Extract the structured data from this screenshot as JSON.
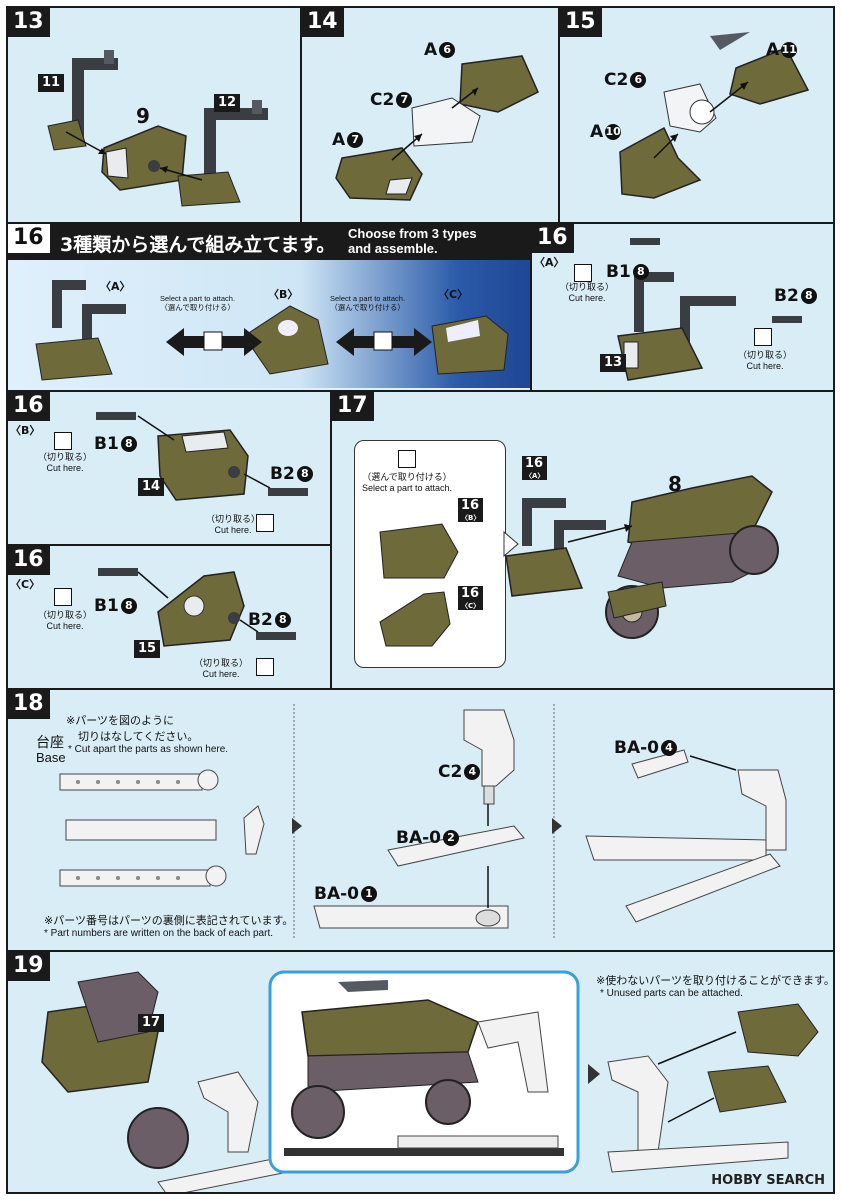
{
  "steps": {
    "s13": {
      "num": "13",
      "labels": {
        "p11": "11",
        "p9": "9",
        "p12": "12"
      }
    },
    "s14": {
      "num": "14",
      "a6": "A",
      "a6n": "6",
      "c27": "C2",
      "c27n": "7",
      "a7": "A",
      "a7n": "7"
    },
    "s15": {
      "num": "15",
      "a11": "A",
      "a11n": "11",
      "c26": "C2",
      "c26n": "6",
      "a10": "A",
      "a10n": "10"
    },
    "s16": {
      "num": "16",
      "header_jp": "3種類から選んで組み立てます。",
      "header_en_1": "Choose from 3 types",
      "header_en_2": "and assemble.",
      "opt_a": "〈A〉",
      "opt_b": "〈B〉",
      "opt_c": "〈C〉",
      "select_en": "Select a part to attach.",
      "select_jp": "（選んで取り付ける）"
    },
    "s16a": {
      "num": "16",
      "variant": "〈A〉",
      "b1": "B1",
      "b1n": "8",
      "b2": "B2",
      "b2n": "8",
      "base": "13",
      "cut_jp": "（切り取る）",
      "cut_en": "Cut here."
    },
    "s16b": {
      "num": "16",
      "variant": "〈B〉",
      "b1": "B1",
      "b1n": "8",
      "b2": "B2",
      "b2n": "8",
      "base": "14",
      "cut_jp": "（切り取る）",
      "cut_en": "Cut here."
    },
    "s16c": {
      "num": "16",
      "variant": "〈C〉",
      "b1": "B1",
      "b1n": "8",
      "b2": "B2",
      "b2n": "8",
      "base": "15",
      "cut_jp": "（切り取る）",
      "cut_en": "Cut here."
    },
    "s17": {
      "num": "17",
      "select_jp": "（選んで取り付ける）",
      "select_en": "Select a part to attach.",
      "b16a": "16",
      "v_a": "〈A〉",
      "b16b": "16",
      "v_b": "〈B〉",
      "b16c": "16",
      "v_c": "〈C〉",
      "p8": "8"
    },
    "s18": {
      "num": "18",
      "base_jp": "台座",
      "base_en": "Base",
      "note1_jp": "※パーツを図のように",
      "note1_jp2": "切りはなしてください。",
      "note1_en": "* Cut apart the parts as shown here.",
      "note2_jp": "※パーツ番号はパーツの裏側に表記されています。",
      "note2_en": "* Part numbers are written on the back of each part.",
      "c24": "C2",
      "c24n": "4",
      "ba02": "BA-0",
      "ba02n": "2",
      "ba01": "BA-0",
      "ba01n": "1",
      "ba04": "BA-0",
      "ba04n": "4"
    },
    "s19": {
      "num": "19",
      "p17": "17",
      "note_jp": "※使わないパーツを取り付けることができます。",
      "note_en": "* Unused parts can be attached."
    }
  },
  "watermark": "HOBBY SEARCH",
  "colors": {
    "panel": "#d9edf7",
    "olive": "#6e6a3a",
    "dark": "#1a1a1a",
    "grey": "#555a62",
    "blue": "#1d4592"
  }
}
